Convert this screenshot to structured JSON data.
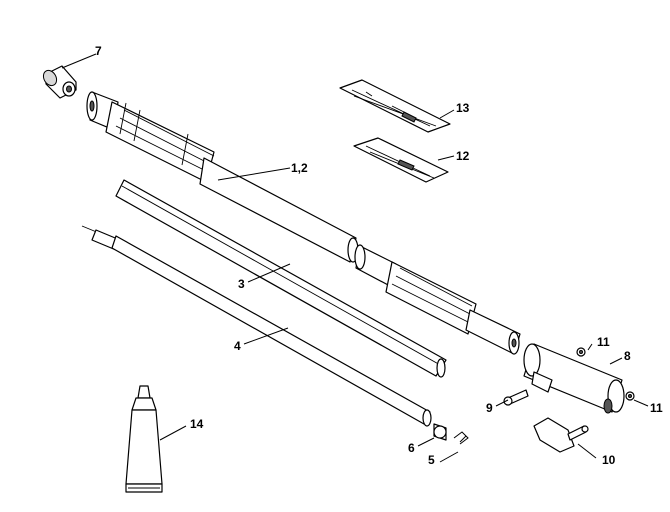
{
  "callouts": {
    "c1_2": "1,2",
    "c3": "3",
    "c4": "4",
    "c5": "5",
    "c6": "6",
    "c7": "7",
    "c8": "8",
    "c9": "9",
    "c10": "10",
    "c11a": "11",
    "c11b": "11",
    "c12": "12",
    "c13": "13",
    "c14": "14"
  },
  "colors": {
    "ink": "#000000",
    "paper": "#ffffff",
    "shade": "#d9d9d9"
  }
}
